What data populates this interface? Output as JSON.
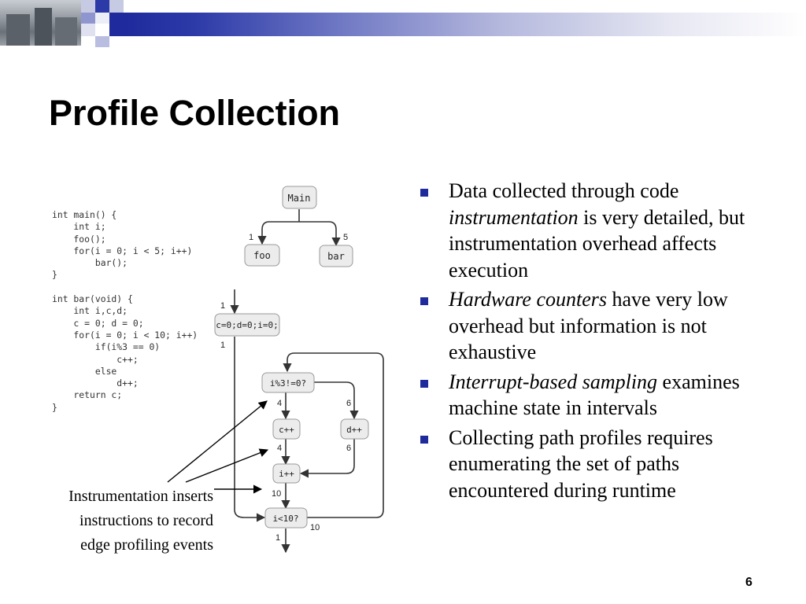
{
  "slide": {
    "title": "Profile Collection",
    "page_number": "6"
  },
  "code": {
    "lines": [
      "int main() {",
      "    int i;",
      "    foo();",
      "    for(i = 0; i < 5; i++)",
      "        bar();",
      "}",
      "",
      "int bar(void) {",
      "    int i,c,d;",
      "    c = 0; d = 0;",
      "    for(i = 0; i < 10; i++)",
      "        if(i%3 == 0)",
      "            c++;",
      "        else",
      "            d++;",
      "    return c;",
      "}"
    ]
  },
  "graph": {
    "nodes": {
      "main": "Main",
      "foo": "foo",
      "bar": "bar",
      "init": "c=0;d=0;i=0;",
      "cond": "i%3!=0?",
      "cpp": "c++",
      "dpp": "d++",
      "ipp": "i++",
      "loop": "i<10?"
    },
    "edge_labels": {
      "main_foo": "1",
      "main_bar": "5",
      "entry": "1",
      "init_out": "1",
      "cond_c": "4",
      "cond_d": "6",
      "c_i": "4",
      "d_i": "6",
      "i_loop": "10",
      "loop_back": "10",
      "exit": "1"
    }
  },
  "caption": {
    "lines": [
      "Instrumentation inserts",
      "instructions to record",
      "edge profiling events"
    ]
  },
  "bullets": [
    {
      "pre": "Data collected through code ",
      "em": "instrumentation",
      "post": " is very detailed, but instrumentation overhead affects execution"
    },
    {
      "pre": "",
      "em": "Hardware counters",
      "post": " have very low overhead but information is not exhaustive"
    },
    {
      "pre": "",
      "em": "Interrupt-based sampling",
      "post": " examines machine state in intervals"
    },
    {
      "pre": "Collecting path profiles requires enumerating the set of paths encountered during runtime",
      "em": "",
      "post": ""
    }
  ],
  "colors": {
    "accent": "#1f2b9c",
    "node_fill": "#ececec",
    "node_stroke": "#9a9a9a"
  }
}
